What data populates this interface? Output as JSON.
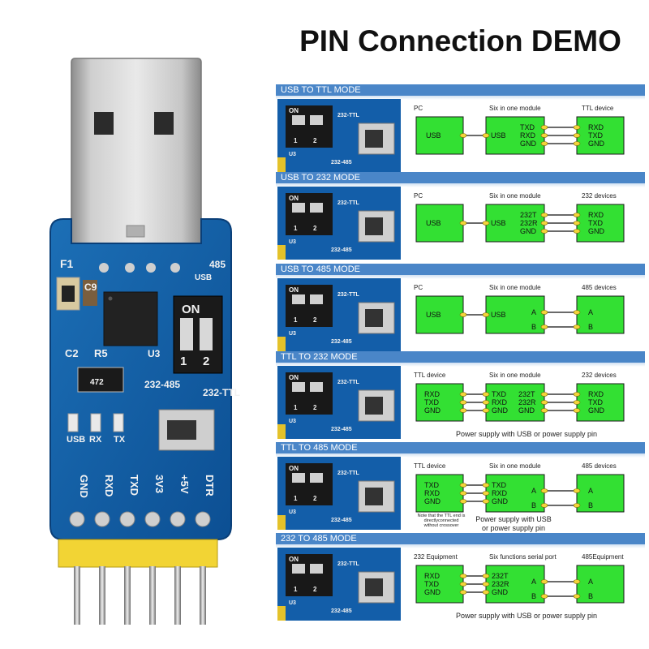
{
  "title": "PIN Connection DEMO",
  "board": {
    "labels": {
      "f1": "F1",
      "c9": "C9",
      "c2": "C2",
      "r5": "R5",
      "u3": "U3",
      "usb": "USB",
      "p485": "485",
      "p232_485": "232-485",
      "p232_ttl": "232-TTL",
      "on": "ON",
      "sw1": "1",
      "sw2": "2",
      "resistor": "472",
      "led_usb": "USB",
      "led_rx": "RX",
      "led_tx": "TX"
    },
    "pins": [
      "GND",
      "RXD",
      "TXD",
      "3V3",
      "+5V",
      "DTR"
    ]
  },
  "switch": {
    "on": "ON",
    "num1": "1",
    "num2": "2",
    "side_label": "232-TTL",
    "bottom_label": "232-485",
    "u3": "U3"
  },
  "modes": [
    {
      "id": "usb-to-ttl",
      "title": "USB TO TTL MODE",
      "left_caption": "PC",
      "mid_caption": "Six in one module",
      "right_caption": "TTL device",
      "left_block": [
        "USB"
      ],
      "mid_left": [
        "USB"
      ],
      "mid_right": [
        "TXD",
        "RXD",
        "GND"
      ],
      "right_block": [
        "RXD",
        "TXD",
        "GND"
      ],
      "conn": "usb-3",
      "notes": []
    },
    {
      "id": "usb-to-232",
      "title": "USB TO 232 MODE",
      "left_caption": "PC",
      "mid_caption": "Six in one module",
      "right_caption": "232 devices",
      "left_block": [
        "USB"
      ],
      "mid_left": [
        "USB"
      ],
      "mid_right": [
        "232T",
        "232R",
        "GND"
      ],
      "right_block": [
        "RXD",
        "TXD",
        "GND"
      ],
      "conn": "usb-3",
      "notes": []
    },
    {
      "id": "usb-to-485",
      "title": "USB TO 485 MODE",
      "left_caption": "PC",
      "mid_caption": "Six in one module",
      "right_caption": "485 devices",
      "left_block": [
        "USB"
      ],
      "mid_left": [
        "USB"
      ],
      "mid_right": [
        "A",
        "B"
      ],
      "right_block": [
        "A",
        "B"
      ],
      "conn": "usb-2",
      "notes": []
    },
    {
      "id": "ttl-to-232",
      "title": "TTL TO 232 MODE",
      "left_caption": "TTL device",
      "mid_caption": "Six in one module",
      "right_caption": "232 devices",
      "left_block": [
        "RXD",
        "TXD",
        "GND"
      ],
      "mid_left": [
        "TXD",
        "RXD",
        "GND"
      ],
      "mid_right": [
        "232T",
        "232R",
        "GND"
      ],
      "right_block": [
        "RXD",
        "TXD",
        "GND"
      ],
      "conn": "3-3",
      "notes": [
        "Power supply with USB or power supply pin"
      ]
    },
    {
      "id": "ttl-to-485",
      "title": "TTL TO 485 MODE",
      "left_caption": "TTL device",
      "mid_caption": "Six in one module",
      "right_caption": "485 devices",
      "left_block": [
        "TXD",
        "RXD",
        "GND"
      ],
      "mid_left": [
        "TXD",
        "RXD",
        "GND"
      ],
      "mid_right": [
        "A",
        "B"
      ],
      "right_block": [
        "A",
        "B"
      ],
      "conn": "3-2",
      "notes": [
        "Power supply with USB",
        "or power supply pin"
      ],
      "side_note": [
        "Note that the TTL end is",
        "directlyconnected",
        "without crossover"
      ]
    },
    {
      "id": "232-to-485",
      "title": "232 TO 485 MODE",
      "left_caption": "232 Equipment",
      "mid_caption": "Six functions serial port",
      "right_caption": "485Equipment",
      "left_block": [
        "RXD",
        "TXD",
        "GND"
      ],
      "mid_left": [
        "232T",
        "232R",
        "GND"
      ],
      "mid_right": [
        "A",
        "B"
      ],
      "right_block": [
        "A",
        "B"
      ],
      "conn": "3-2",
      "notes": [
        "Power supply with USB or power supply pin"
      ]
    }
  ]
}
